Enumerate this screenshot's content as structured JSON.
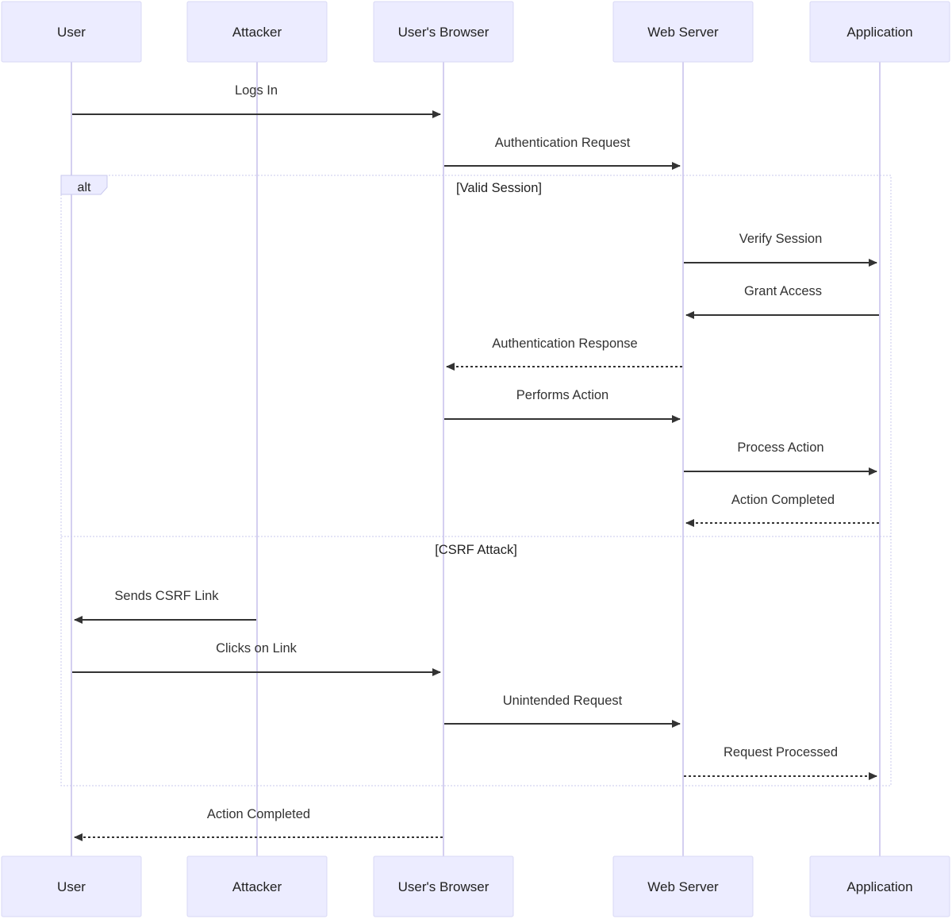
{
  "participants": [
    {
      "id": "user",
      "label": "User"
    },
    {
      "id": "attacker",
      "label": "Attacker"
    },
    {
      "id": "browser",
      "label": "User's Browser"
    },
    {
      "id": "server",
      "label": "Web Server"
    },
    {
      "id": "app",
      "label": "Application"
    }
  ],
  "messages": [
    {
      "from": "user",
      "to": "browser",
      "label": "Logs In",
      "style": "solid"
    },
    {
      "from": "browser",
      "to": "server",
      "label": "Authentication Request",
      "style": "solid"
    },
    {
      "from": "server",
      "to": "app",
      "label": "Verify Session",
      "style": "solid"
    },
    {
      "from": "app",
      "to": "server",
      "label": "Grant Access",
      "style": "solid"
    },
    {
      "from": "server",
      "to": "browser",
      "label": "Authentication Response",
      "style": "dashed"
    },
    {
      "from": "browser",
      "to": "server",
      "label": "Performs Action",
      "style": "solid"
    },
    {
      "from": "server",
      "to": "app",
      "label": "Process Action",
      "style": "solid"
    },
    {
      "from": "app",
      "to": "server",
      "label": "Action Completed",
      "style": "dashed"
    },
    {
      "from": "attacker",
      "to": "user",
      "label": "Sends CSRF Link",
      "style": "solid"
    },
    {
      "from": "user",
      "to": "browser",
      "label": "Clicks on Link",
      "style": "solid"
    },
    {
      "from": "browser",
      "to": "server",
      "label": "Unintended Request",
      "style": "solid"
    },
    {
      "from": "server",
      "to": "app",
      "label": "Request Processed",
      "style": "dashed"
    },
    {
      "from": "browser",
      "to": "user",
      "label": "Action Completed",
      "style": "dashed"
    }
  ],
  "alt_frame": {
    "label": "alt",
    "sections": [
      "[Valid Session]",
      "[CSRF Attack]"
    ]
  }
}
